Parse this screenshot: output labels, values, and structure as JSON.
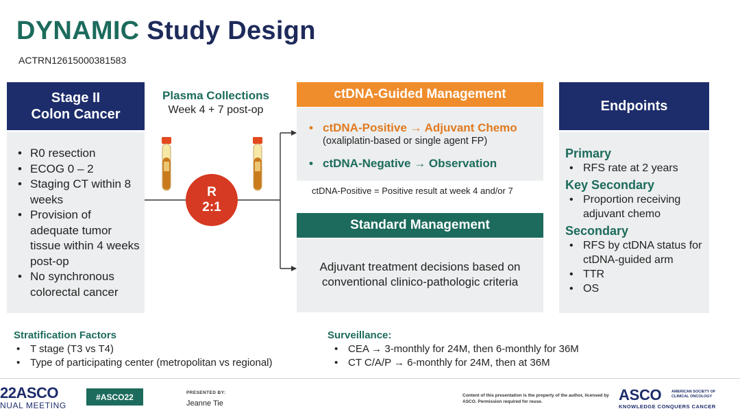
{
  "title": {
    "part1": "DYNAMIC",
    "part2": "Study Design"
  },
  "trial_id": "ACTRN12615000381583",
  "eligibility": {
    "header_line1": "Stage II",
    "header_line2": "Colon Cancer",
    "items": [
      "R0 resection",
      "ECOG 0 – 2",
      "Staging CT within 8 weeks",
      "Provision of adequate tumor tissue within 4 weeks post-op",
      "No synchronous colorectal cancer"
    ]
  },
  "plasma": {
    "title": "Plasma Collections",
    "subtitle": "Week 4 + 7 post-op"
  },
  "randomization": {
    "letter": "R",
    "ratio": "2:1"
  },
  "guided": {
    "header": "ctDNA-Guided Management",
    "positive": "ctDNA-Positive → Adjuvant Chemo",
    "positive_detail": "(oxaliplatin-based or single agent FP)",
    "negative": "ctDNA-Negative → Observation",
    "definition": "ctDNA-Positive = Positive result at week 4 and/or 7"
  },
  "standard": {
    "header": "Standard Management",
    "body": "Adjuvant treatment decisions based on conventional clinico-pathologic criteria"
  },
  "endpoints": {
    "header": "Endpoints",
    "sections": [
      {
        "heading": "Primary",
        "items": [
          "RFS rate at 2 years"
        ]
      },
      {
        "heading": "Key Secondary",
        "items": [
          "Proportion receiving adjuvant chemo"
        ]
      },
      {
        "heading": "Secondary",
        "items": [
          "RFS by ctDNA status for ctDNA-guided arm",
          "TTR",
          "OS"
        ]
      }
    ]
  },
  "stratification": {
    "title": "Stratification Factors",
    "items": [
      "T stage (T3 vs T4)",
      "Type of participating center (metropolitan vs regional)"
    ]
  },
  "surveillance": {
    "title": "Surveillance:",
    "items": [
      "CEA → 3-monthly for 24M, then 6-monthly for 36M",
      "CT C/A/P → 6-monthly for 24M, then at 36M"
    ]
  },
  "footer": {
    "year_logo": "22ASCO",
    "meeting": "NUAL MEETING",
    "hashtag": "#ASCO22",
    "presented_by_label": "PRESENTED BY:",
    "presenter": "Jeanne Tie",
    "copyright": "Content of this presentation is the property of the author, licensed by ASCO. Permission required for reuse.",
    "asco": "ASCO",
    "society": "AMERICAN SOCIETY OF CLINICAL ONCOLOGY",
    "tagline": "KNOWLEDGE CONQUERS CANCER"
  },
  "colors": {
    "navy": "#1d2d6b",
    "teal": "#1c6b5c",
    "orange": "#ef8c2c",
    "red": "#d63a22",
    "panel_grey": "#eceeef"
  }
}
